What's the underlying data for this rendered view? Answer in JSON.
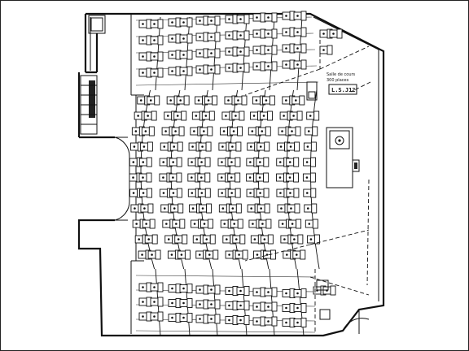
{
  "room": {
    "caption_line1": "Salle de cours",
    "caption_line2": "300 places",
    "code": "L.S.J12"
  }
}
